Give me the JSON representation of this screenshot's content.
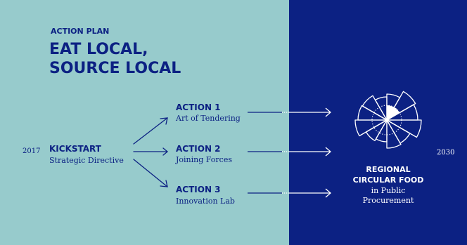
{
  "colors": {
    "left_background": "#97cbcc",
    "right_background": "#0c2183",
    "navy": "#0c2183",
    "white": "#ffffff"
  },
  "header": {
    "eyebrow": "ACTION PLAN",
    "title_line1": "EAT LOCAL,",
    "title_line2": "SOURCE LOCAL"
  },
  "timeline": {
    "start_year": "2017",
    "end_year": "2030"
  },
  "kickstart": {
    "title": "KICKSTART",
    "subtitle": "Strategic Directive"
  },
  "actions": [
    {
      "title": "ACTION 1",
      "subtitle": "Art of Tendering"
    },
    {
      "title": "ACTION 2",
      "subtitle": "Joining Forces"
    },
    {
      "title": "ACTION 3",
      "subtitle": "Innovation Lab"
    }
  ],
  "goal": {
    "line1": "REGIONAL",
    "line2": "CIRCULAR FOOD",
    "line3": "in Public",
    "line4": "Procurement",
    "emblem_icon": "circular-food-emblem-icon"
  }
}
